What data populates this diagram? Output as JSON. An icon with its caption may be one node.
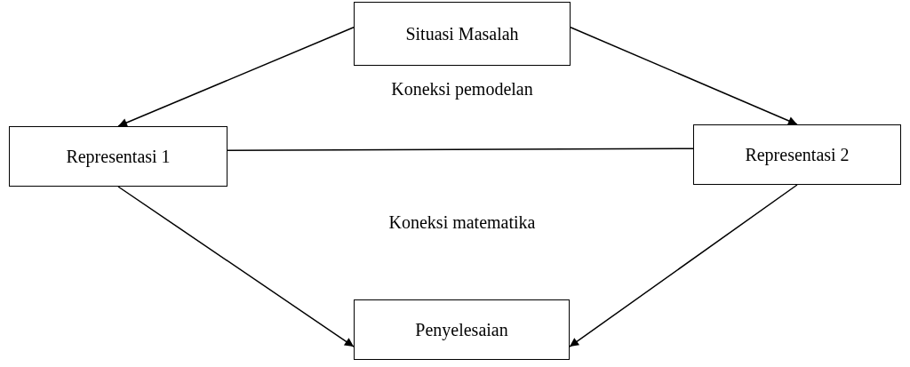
{
  "diagram": {
    "nodes": [
      {
        "text": [
          "Situasi Masalah"
        ]
      },
      {
        "text": [
          "Representasi 1"
        ]
      },
      {
        "text": [
          "Representasi 2"
        ]
      },
      {
        "text": [
          "Penyelesaian"
        ]
      }
    ],
    "edges": [
      {
        "from": 0,
        "to": 1,
        "arrow": "to"
      },
      {
        "from": 0,
        "to": 2,
        "arrow": "to"
      },
      {
        "from": 1,
        "to": 2,
        "arrow": "none"
      },
      {
        "from": 1,
        "to": 3,
        "arrow": "to"
      },
      {
        "from": 2,
        "to": 3,
        "arrow": "to"
      }
    ],
    "labels": [
      "Koneksi pemodelan",
      "Koneksi matematika"
    ]
  }
}
